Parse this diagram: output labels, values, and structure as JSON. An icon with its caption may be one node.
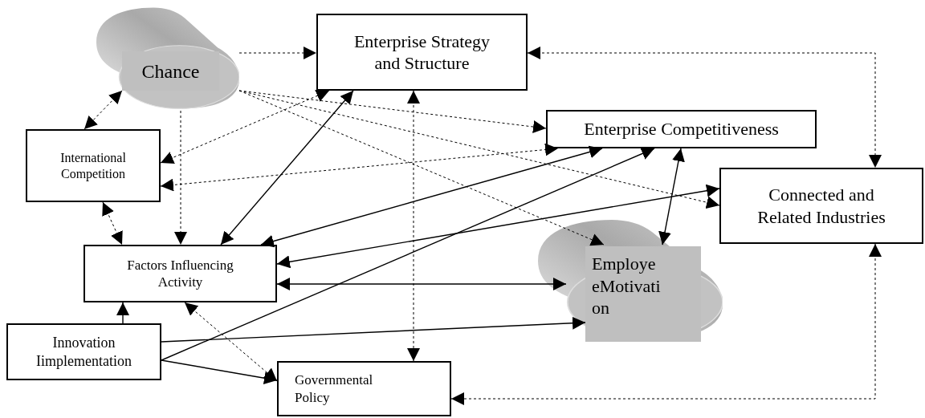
{
  "diagram": {
    "nodes": [
      {
        "text": [
          "Chance"
        ]
      },
      {
        "text": [
          "Enterprise Strategy and Structure"
        ]
      },
      {
        "text": [
          "Enterprise Competitiveness"
        ]
      },
      {
        "text": [
          "International Competition"
        ]
      },
      {
        "text": [
          "Connected and Related Industries"
        ]
      },
      {
        "text": [
          "Factors Influencing Activity"
        ]
      },
      {
        "text": [
          "Employe eMotivati on"
        ]
      },
      {
        "text": [
          "Innovation Iimplementation"
        ]
      },
      {
        "text": [
          "Governmental Policy"
        ]
      }
    ],
    "edges": [
      {
        "from": 0,
        "to": 1,
        "arrow": "to",
        "style": "dashed"
      },
      {
        "from": 0,
        "to": 2,
        "arrow": "to",
        "style": "dashed"
      },
      {
        "from": 0,
        "to": 4,
        "arrow": "to",
        "style": "dashed"
      },
      {
        "from": 0,
        "to": 6,
        "arrow": "to",
        "style": "dashed"
      },
      {
        "from": 0,
        "to": 3,
        "arrow": "both",
        "style": "dashed"
      },
      {
        "from": 0,
        "to": 5,
        "arrow": "to",
        "style": "dashed"
      },
      {
        "from": 3,
        "to": 1,
        "arrow": "both",
        "style": "dashed"
      },
      {
        "from": 3,
        "to": 2,
        "arrow": "both",
        "style": "dashed"
      },
      {
        "from": 3,
        "to": 5,
        "arrow": "both",
        "style": "dashed"
      },
      {
        "from": 1,
        "to": 8,
        "arrow": "both",
        "style": "dashed"
      },
      {
        "from": 1,
        "to": 4,
        "arrow": "both",
        "style": "dashed"
      },
      {
        "from": 4,
        "to": 8,
        "arrow": "both",
        "style": "dashed"
      },
      {
        "from": 5,
        "to": 8,
        "arrow": "both",
        "style": "dashed"
      },
      {
        "from": 5,
        "to": 1,
        "arrow": "both"
      },
      {
        "from": 5,
        "to": 2,
        "arrow": "both"
      },
      {
        "from": 5,
        "to": 4,
        "arrow": "both"
      },
      {
        "from": 5,
        "to": 6,
        "arrow": "both"
      },
      {
        "from": 2,
        "to": 6,
        "arrow": "both"
      },
      {
        "from": 7,
        "to": 5,
        "arrow": "to"
      },
      {
        "from": 7,
        "to": 6,
        "arrow": "to"
      },
      {
        "from": 7,
        "to": 2,
        "arrow": "to"
      },
      {
        "from": 7,
        "to": 8,
        "arrow": "to"
      }
    ]
  }
}
